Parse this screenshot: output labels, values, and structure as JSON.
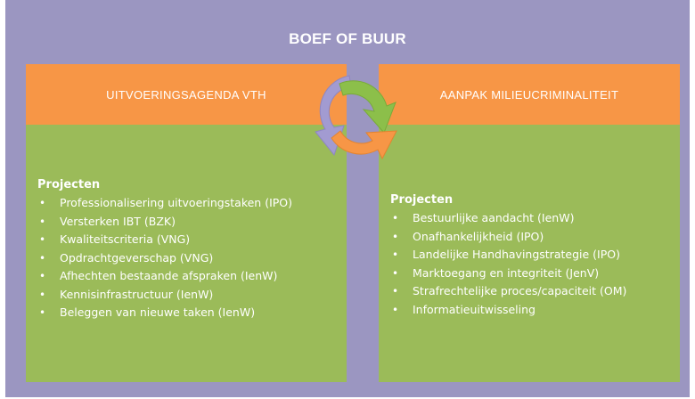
{
  "title": "BOEF OF BUUR",
  "left_panel": {
    "heading": "UITVOERINGSAGENDA VTH",
    "projects_title": "Projecten",
    "items": [
      "Professionalisering uitvoeringstaken (IPO)",
      "Versterken IBT (BZK)",
      "Kwaliteitscriteria (VNG)",
      "Opdrachtgeverschap (VNG)",
      "Afhechten bestaande afspraken (IenW)",
      "Kennisinfrastructuur (IenW)",
      "Beleggen van nieuwe taken (IenW)"
    ]
  },
  "right_panel": {
    "heading": "AANPAK MILIEUCRIMINALITEIT",
    "projects_title": "Projecten",
    "items": [
      "Bestuurlijke aandacht (IenW)",
      "Onafhankelijkheid  (IPO)",
      "Landelijke Handhavingstrategie (IPO)",
      "Marktoegang en integriteit (JenV)",
      "Strafrechtelijke proces/capaciteit (OM)",
      "Informatieuitwisseling"
    ]
  },
  "bullet": "•",
  "colors": {
    "frame": "#9b96c1",
    "header": "#f79646",
    "body": "#9bbb59",
    "arrow_green": "#8cbf4a",
    "arrow_orange": "#f79646",
    "arrow_purple": "#a29bd1"
  },
  "icons": {
    "cycle": "circular-arrows-icon"
  }
}
